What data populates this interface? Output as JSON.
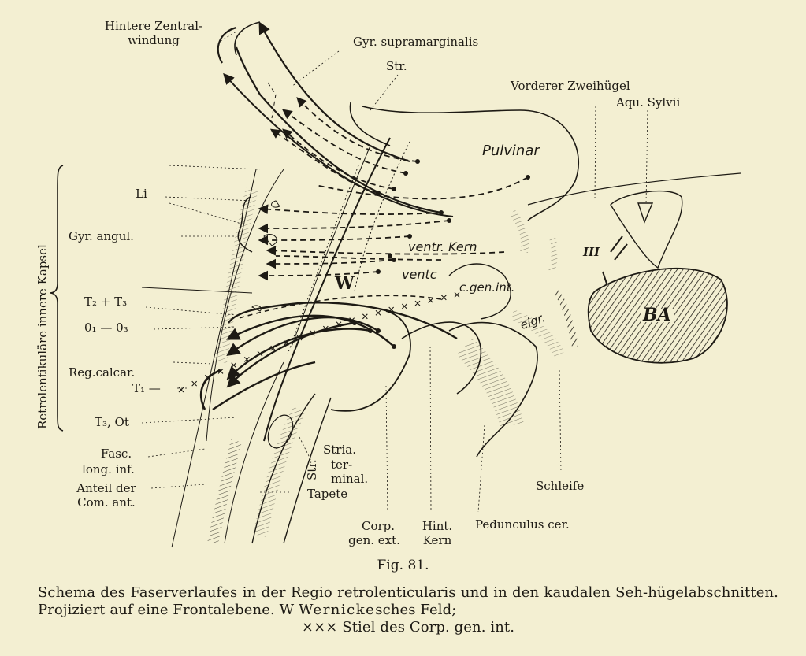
{
  "labels": {
    "hintere_zentral": "Hintere Zentral-",
    "windung": "windung",
    "gyr_supramarginalis": "Gyr. supramarginalis",
    "str_top": "Str.",
    "vorderer_zweihuegel": "Vorderer Zweihügel",
    "aqu_sylvii": "Aqu. Sylvii",
    "pulvinar": "Pulvinar",
    "retrolentikulaere": "Retrolentikuläre innere Kapsel",
    "li": "Li",
    "gyr_angul": "Gyr. angul.",
    "ventr_kern": "ventr. Kern",
    "ventc": "ventc",
    "c_gen_int": "c.gen.int.",
    "w": "W",
    "roman_iii": "III",
    "ba": "BA",
    "t2_t3": "T₂ + T₃",
    "o1_o3": "0₁ — 0₃",
    "reg_calcar": "Reg.calcar.",
    "t1": "T₁",
    "eigr": "eigr.",
    "t3_ot": "T₃, Ot",
    "fasc": "Fasc.",
    "long_inf": "long. inf.",
    "anteil_der": "Anteil der",
    "com_ant": "Com. ant.",
    "str_side": "Str.",
    "stria": "Stria.",
    "ter": "ter-",
    "minal": "minal.",
    "tapete": "Tapete",
    "corp": "Corp.",
    "gen_ext": "gen. ext.",
    "hint": "Hint.",
    "kern": "Kern",
    "pedunculus": "Pedunculus cer.",
    "schleife": "Schleife"
  },
  "figure_number": "Fig. 81.",
  "caption": {
    "part1": "Schema des Faserverlaufes in der Regio retrolenticularis und in den kaudalen Seh-hügelabschnitten. Projiziert auf eine Frontalebene. W ",
    "wernicke": "Wernicke",
    "part2": "sches Feld;",
    "crosses": "×××",
    "part3": " Stiel des Corp. gen. int."
  },
  "colors": {
    "paper": "#f3efd2",
    "ink": "#1d1a14"
  }
}
